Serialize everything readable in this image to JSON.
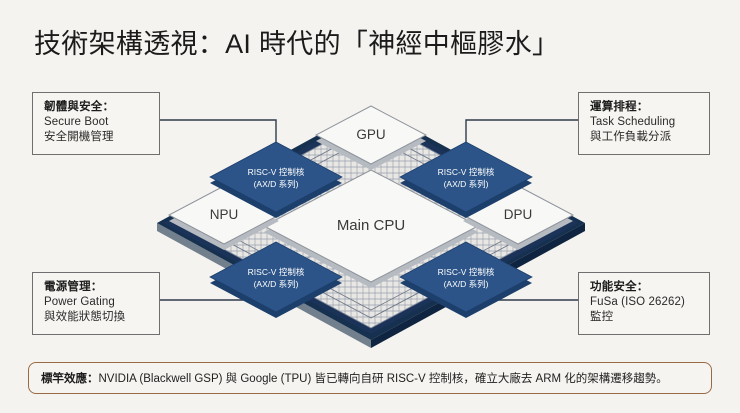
{
  "page": {
    "title": "技術架構透視：AI 時代的「神經中樞膠水」",
    "background_color": "#f5f3ef",
    "title_color": "#1b1b1b"
  },
  "callouts": [
    {
      "id": "firmware-security",
      "position": "top-left",
      "head": "韌體與安全：",
      "line1": "Secure Boot",
      "line2": "安全開機管理"
    },
    {
      "id": "task-scheduling",
      "position": "top-right",
      "head": "運算排程：",
      "line1": "Task Scheduling",
      "line2": "與工作負載分派"
    },
    {
      "id": "power-management",
      "position": "bottom-left",
      "head": "電源管理：",
      "line1": "Power Gating",
      "line2": "與效能狀態切換"
    },
    {
      "id": "functional-safety",
      "position": "bottom-right",
      "head": "功能安全：",
      "line1": "FuSa (ISO 26262)",
      "line2": "監控"
    }
  ],
  "diagram": {
    "type": "isometric-soc-block-diagram",
    "substrate_color": "#1b3358",
    "die_fill": "#eceae6",
    "hatch_color": "#8a93a8",
    "blocks": {
      "center": {
        "label": "Main CPU",
        "color": "#f7f7f5",
        "side_color": "#b8bcc2"
      },
      "top": {
        "label": "GPU",
        "color": "#f7f7f5",
        "side_color": "#b8bcc2"
      },
      "left": {
        "label": "NPU",
        "color": "#f7f7f5",
        "side_color": "#b8bcc2"
      },
      "right": {
        "label": "DPU",
        "color": "#f7f7f5",
        "side_color": "#b8bcc2"
      }
    },
    "risc_blocks": [
      {
        "id": "risc-top-left",
        "line1": "RISC-V 控制核",
        "line2": "(AX/D 系列)",
        "color": "#2c5488"
      },
      {
        "id": "risc-top-right",
        "line1": "RISC-V 控制核",
        "line2": "(AX/D 系列)",
        "color": "#2c5488"
      },
      {
        "id": "risc-bottom-left",
        "line1": "RISC-V 控制核",
        "line2": "(AX/D 系列)",
        "color": "#2c5488"
      },
      {
        "id": "risc-bottom-right",
        "line1": "RISC-V 控制核",
        "line2": "(AX/D 系列)",
        "color": "#2c5488"
      }
    ]
  },
  "footer": {
    "strong": "標竿效應：",
    "text": "NVIDIA (Blackwell GSP) 與 Google (TPU) 皆已轉向自研 RISC-V 控制核，確立大廠去 ARM 化的架構遷移趨勢。",
    "border_color": "#9a6a45"
  }
}
